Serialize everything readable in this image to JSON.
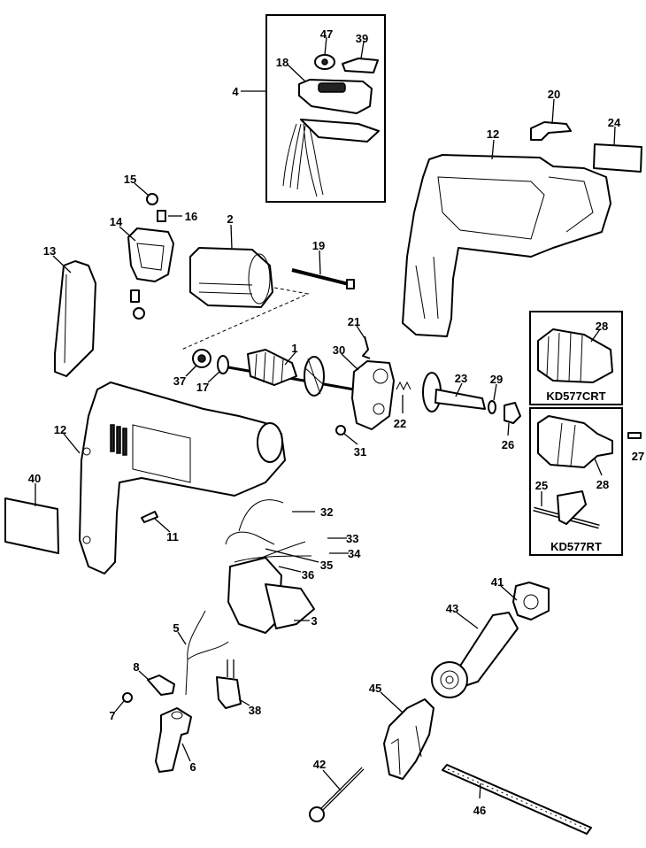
{
  "diagram": {
    "type": "exploded parts diagram",
    "line_color": "#000000",
    "background": "#ffffff",
    "part_labels": {
      "p47": "47",
      "p39": "39",
      "p18": "18",
      "p4": "4",
      "p20": "20",
      "p24": "24",
      "p12a": "12",
      "p15": "15",
      "p16": "16",
      "p14": "14",
      "p2": "2",
      "p19": "19",
      "p13": "13",
      "p21": "21",
      "p28a": "28",
      "p30": "30",
      "p1": "1",
      "p37": "37",
      "p17": "17",
      "p23": "23",
      "p29": "29",
      "p22": "22",
      "p26": "26",
      "p31": "31",
      "p27": "27",
      "p28b": "28",
      "p25": "25",
      "p12b": "12",
      "p40": "40",
      "p32": "32",
      "p33": "33",
      "p11": "11",
      "p34": "34",
      "p35": "35",
      "p36": "36",
      "p41": "41",
      "p43": "43",
      "p3": "3",
      "p5": "5",
      "p8": "8",
      "p45": "45",
      "p38": "38",
      "p7": "7",
      "p6": "6",
      "p42": "42",
      "p46": "46"
    },
    "model_boxes": {
      "keyless_chuck": "KD577CRT",
      "keyed_chuck": "KD577RT"
    }
  }
}
